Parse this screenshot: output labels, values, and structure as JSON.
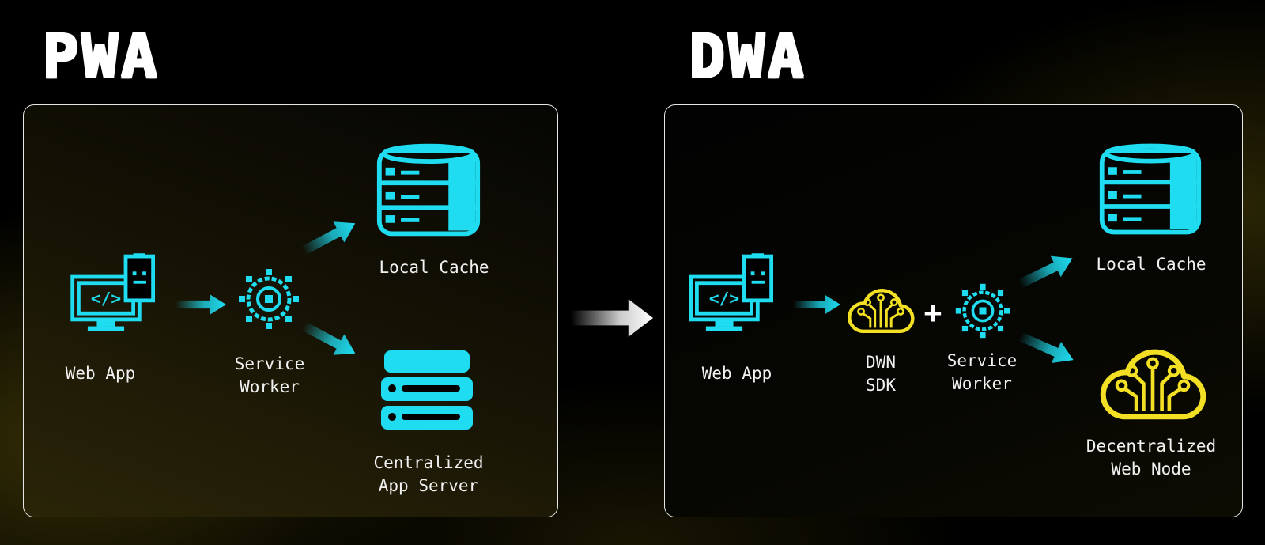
{
  "pwa": {
    "title": "PWA",
    "nodes": {
      "web_app": "Web App",
      "service_worker": "Service\nWorker",
      "local_cache": "Local Cache",
      "app_server": "Centralized\nApp Server"
    }
  },
  "dwa": {
    "title": "DWA",
    "nodes": {
      "web_app": "Web App",
      "dwn_sdk": "DWN\nSDK",
      "plus": "+",
      "service_worker": "Service\nWorker",
      "local_cache": "Local Cache",
      "web_node": "Decentralized\nWeb Node"
    }
  },
  "colors": {
    "cyan": "#1fdcf0",
    "yellow": "#f3e024",
    "text": "#f1f1f1",
    "panel_border": "#e6e6e6"
  },
  "icons": [
    "computer-code-icon",
    "phone-smile-icon",
    "gear-icon",
    "database-icon",
    "server-stack-icon",
    "cloud-circuit-icon",
    "arrow-right-icon"
  ]
}
